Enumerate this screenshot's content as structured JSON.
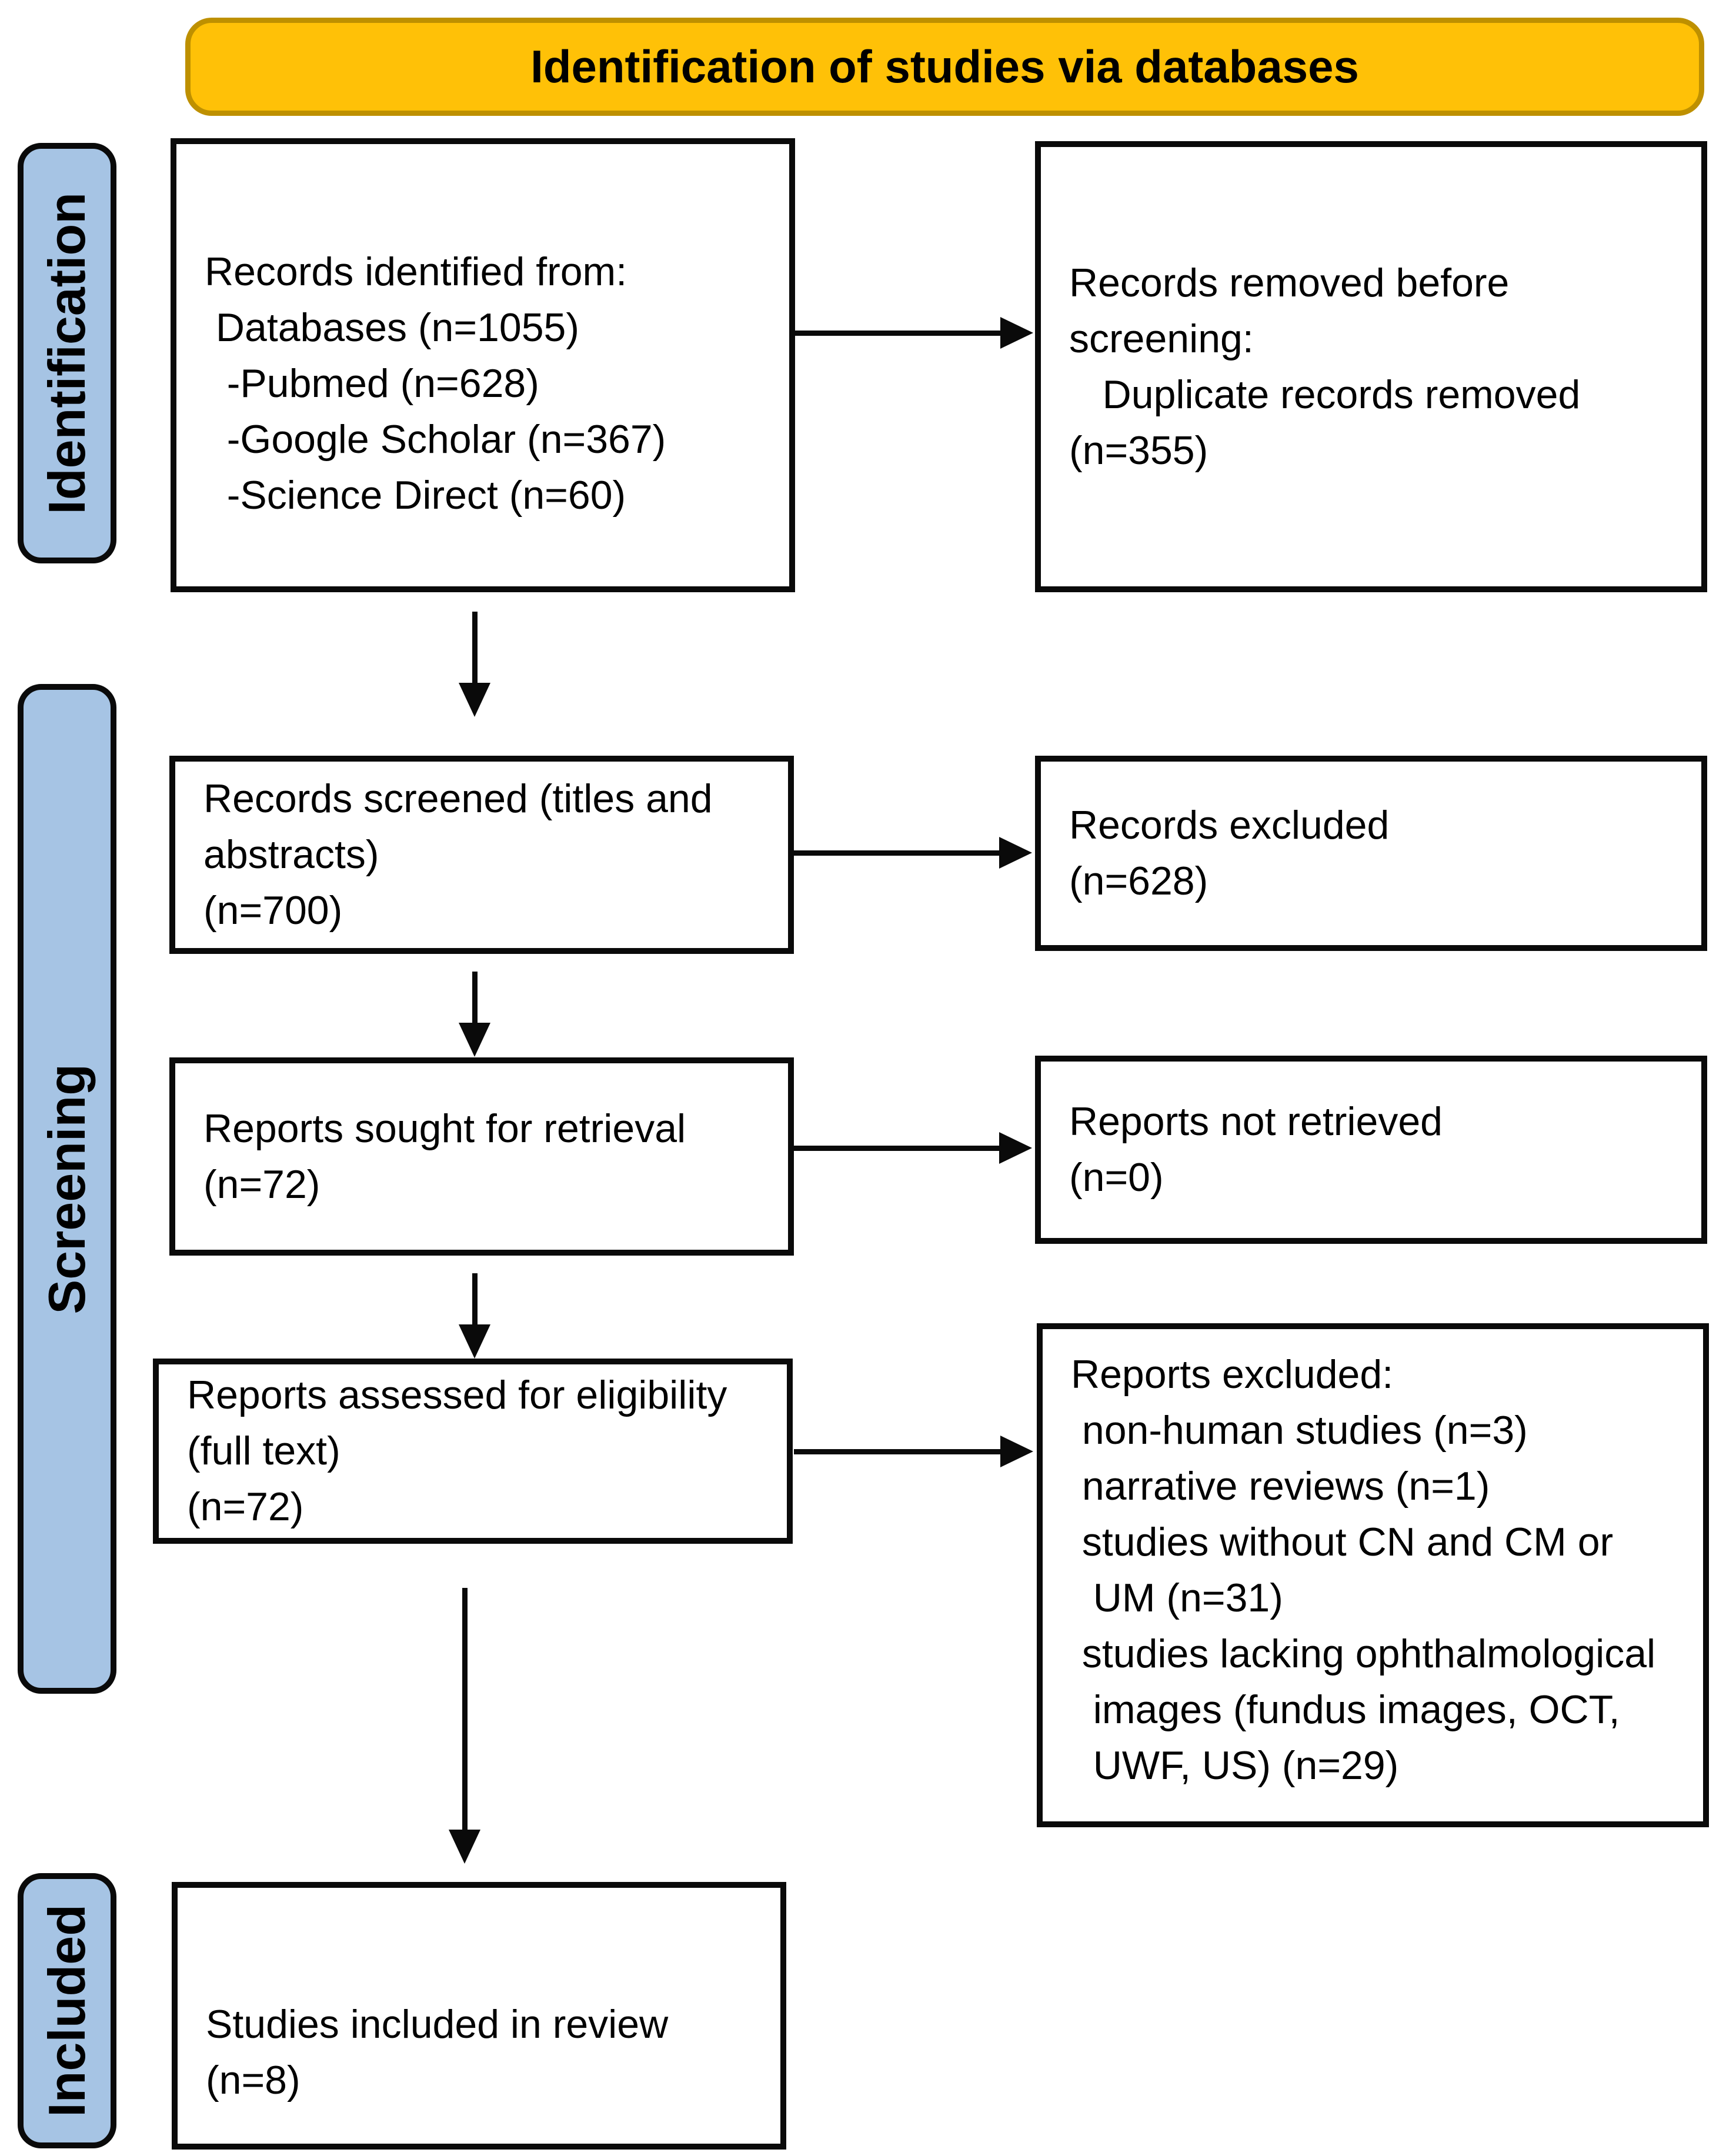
{
  "title_banner": {
    "label": "Identification of studies via databases",
    "bg_color": "#FFC107",
    "border_color": "#BE9000"
  },
  "stage_bg_color": "#A6C4E4",
  "stages": [
    {
      "label": "Identification"
    },
    {
      "label": "Screening"
    },
    {
      "label": "Included"
    }
  ],
  "boxes": {
    "records_identified": "Records identified from:\n Databases (n=1055)\n  -Pubmed (n=628)\n  -Google Scholar (n=367)\n  -Science Direct (n=60)",
    "records_removed": "Records removed before\nscreening:\n   Duplicate records removed\n(n=355)",
    "records_screened": "Records screened (titles and\nabstracts)\n(n=700)",
    "records_excluded": "Records excluded\n(n=628)",
    "reports_sought": "Reports sought for retrieval\n(n=72)",
    "reports_not_retrieved": "Reports not retrieved\n(n=0)",
    "reports_assessed": "Reports assessed for eligibility\n(full text)\n(n=72)",
    "reports_excluded": "Reports excluded:\n non-human studies (n=3)\n narrative reviews (n=1)\n studies without CN and CM or\n  UM (n=31)\n studies lacking ophthalmological\n  images (fundus images, OCT,\n  UWF, US) (n=29)",
    "studies_included": "Studies included in review\n(n=8)"
  }
}
